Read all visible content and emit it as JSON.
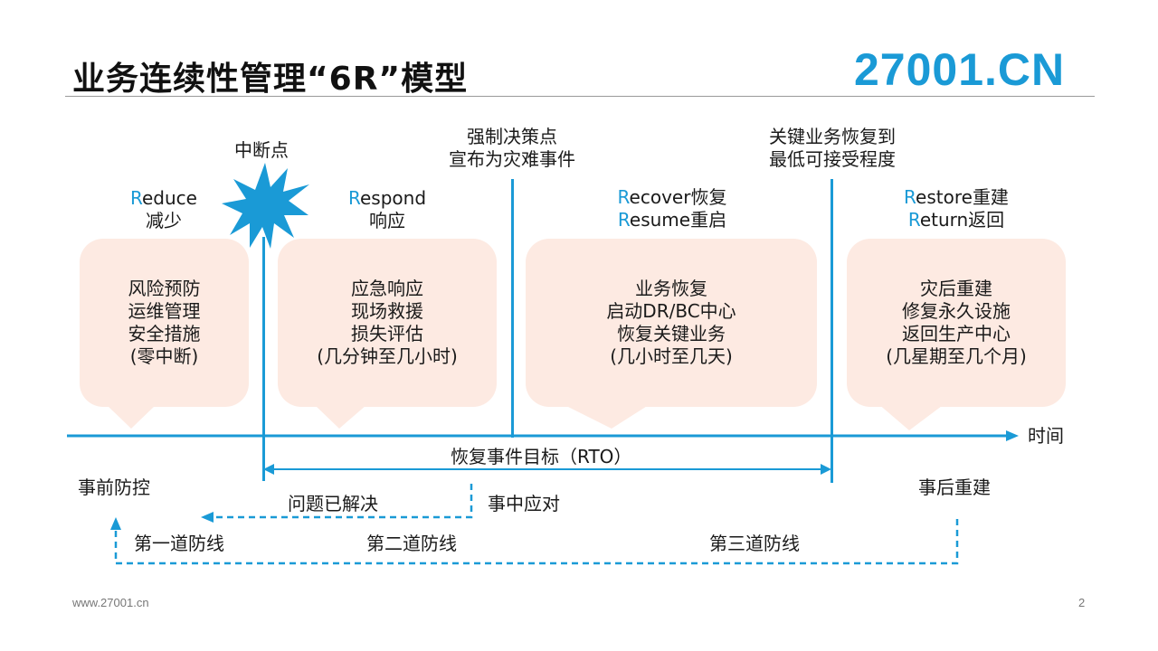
{
  "header": {
    "title": "业务连续性管理“6R”模型",
    "logo": "27001.CN"
  },
  "markers": {
    "interrupt": "中断点",
    "decision_1": "强制决策点",
    "decision_2": "宣布为灾难事件",
    "recovery_1": "关键业务恢复到",
    "recovery_2": "最低可接受程度"
  },
  "phases": [
    {
      "r1": "R",
      "t1": "educe",
      "line2": "减少",
      "r2": "",
      "bullets": [
        "风险预防",
        "运维管理",
        "安全措施",
        "(零中断)"
      ]
    },
    {
      "r1": "R",
      "t1": "espond",
      "line2": "响应",
      "r2": "",
      "bullets": [
        "应急响应",
        "现场救援",
        "损失评估",
        "(几分钟至几小时)"
      ]
    },
    {
      "r1": "R",
      "t1": "ecover恢复",
      "r2": "R",
      "t2": "esume重启",
      "bullets": [
        "业务恢复",
        "启动DR/BC中心",
        "恢复关键业务",
        "(几小时至几天)"
      ]
    },
    {
      "r1": "R",
      "t1": "estore重建",
      "r2": "R",
      "t2": "eturn返回",
      "bullets": [
        "灾后重建",
        "修复永久设施",
        "返回生产中心",
        "(几星期至几个月)"
      ]
    }
  ],
  "timeline": {
    "axis_label": "时间",
    "rto_label": "恢复事件目标（RTO）"
  },
  "bottom": {
    "pre": "事前防控",
    "solved": "问题已解决",
    "during": "事中应对",
    "post": "事后重建",
    "line1": "第一道防线",
    "line2": "第二道防线",
    "line3": "第三道防线"
  },
  "footer": {
    "url": "www.27001.cn",
    "page": "2"
  },
  "colors": {
    "accent": "#1a9ad6",
    "bubble": "#fdeae2"
  }
}
